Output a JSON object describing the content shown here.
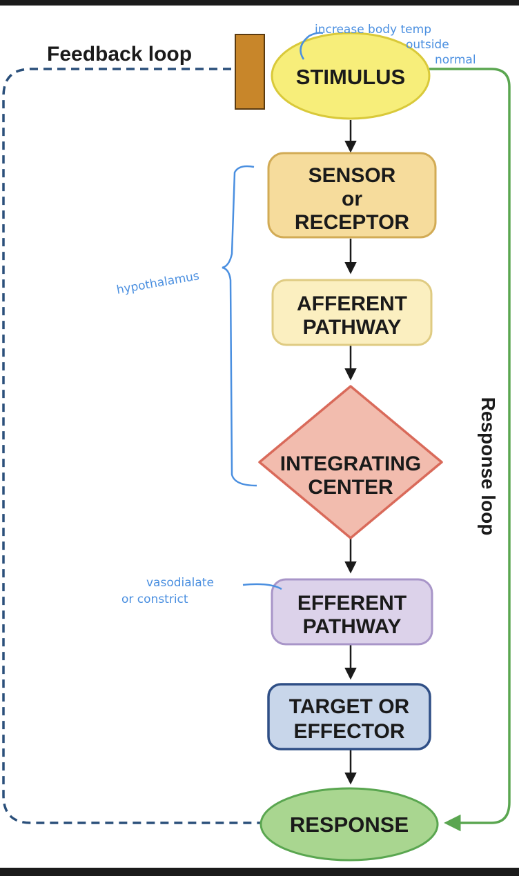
{
  "labels": {
    "feedback_loop": "Feedback loop",
    "response_loop": "Response loop"
  },
  "nodes": {
    "stimulus": "STIMULUS",
    "sensor": [
      "SENSOR",
      "or",
      "RECEPTOR"
    ],
    "afferent": [
      "AFFERENT",
      "PATHWAY"
    ],
    "integrating": [
      "INTEGRATING",
      "CENTER"
    ],
    "efferent": [
      "EFFERENT",
      "PATHWAY"
    ],
    "target": [
      "TARGET OR",
      "EFFECTOR"
    ],
    "response": "RESPONSE"
  },
  "annotations": {
    "stimulus_note": [
      "increase body temp",
      "outside",
      "normal"
    ],
    "bracket_note": "hypothalamus",
    "efferent_note": [
      "vasodialate",
      "or constrict"
    ]
  },
  "colors": {
    "stimulus_fill": "#f7ee7a",
    "sensor_fill": "#f6dc9c",
    "afferent_fill": "#fbefc0",
    "integrating_fill": "#f2bcae",
    "efferent_fill": "#dcd2ea",
    "target_fill": "#c8d6ea",
    "response_fill": "#a9d690",
    "feedback_line": "#2a4f7a",
    "response_line": "#5aa650",
    "block_fill": "#c8862a",
    "annotation": "#4a8fe0"
  }
}
